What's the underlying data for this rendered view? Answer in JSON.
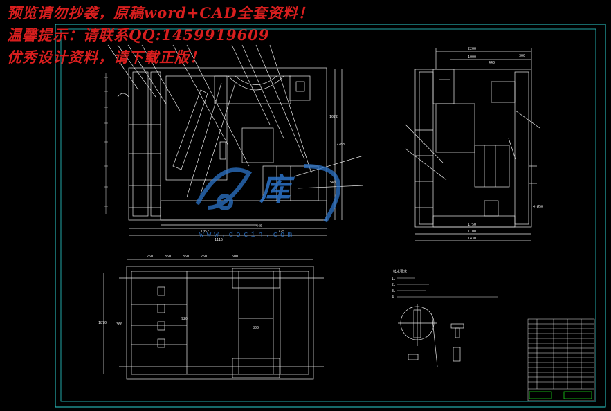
{
  "watermarks": {
    "line1": "预览请勿抄袭，原稿word+CAD全套资料！",
    "line2": "温馨提示：请联系QQ:1459919609",
    "line3": "优秀设计资料，请下载正版！"
  },
  "logo": {
    "text": "库",
    "url": "www.docin.com"
  },
  "colors": {
    "background": "#000000",
    "frame": "#2bd1d1",
    "lines": "#e8e8e8",
    "watermark": "#d81e1e",
    "logo": "#2c74c9",
    "title_block_accent": "#19d419"
  },
  "drawing": {
    "front_view_dims": {
      "bottom_total": "1115",
      "bottom_a": "1052",
      "bottom_b": "725",
      "bottom_c": "440",
      "right_h1": "1072",
      "right_h2": "2283",
      "right_h3": "340"
    },
    "side_view_dims": {
      "top_w": "2200",
      "top_a": "1000",
      "top_b": "440",
      "top_c": "300",
      "bottom_w": "1430",
      "bottom_a": "1100",
      "bottom_b": "1750",
      "right_note": "4-Ø50"
    },
    "plan_view_dims": {
      "top": [
        "250",
        "350",
        "350",
        "250",
        "600"
      ],
      "left_h": "1870",
      "inner_a": "920",
      "inner_b": "360",
      "inner_c": "800"
    },
    "tech_notes_title": "技术要求",
    "tech_notes": [
      "1.",
      "2.",
      "3.",
      "4."
    ]
  }
}
